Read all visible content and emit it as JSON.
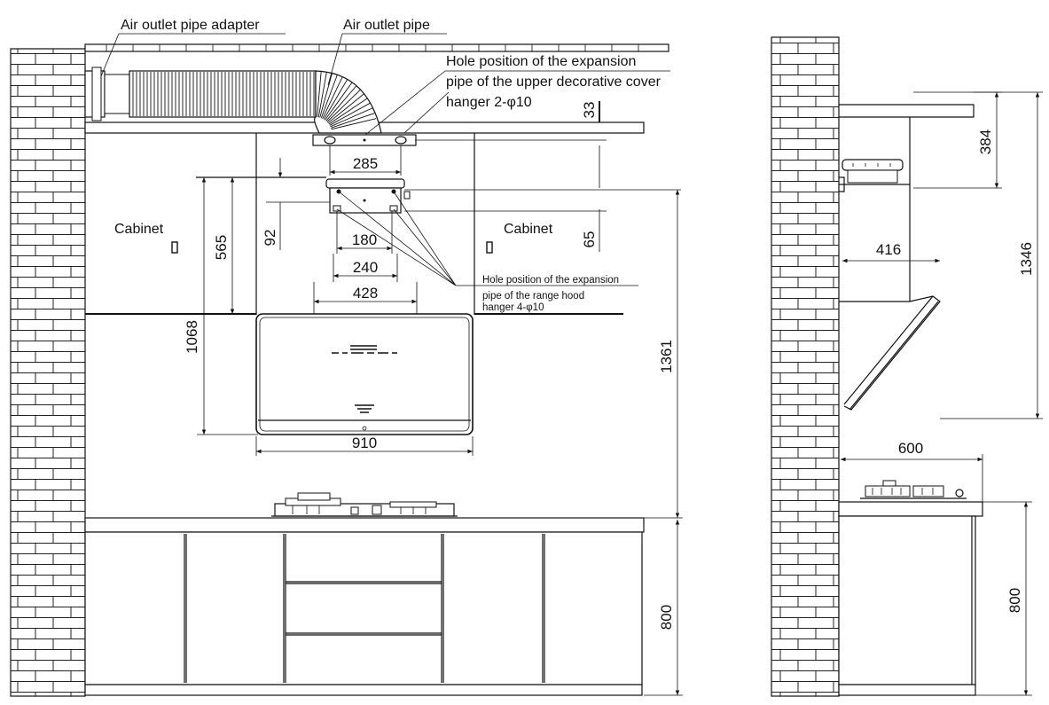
{
  "labels": {
    "air_outlet_pipe_adapter": "Air outlet pipe adapter",
    "air_outlet_pipe": "Air outlet pipe",
    "upper_hole_line1": "Hole position of the expansion",
    "upper_hole_line2": "pipe of the upper decorative cover",
    "upper_hole_line3": "hanger 2-φ10",
    "cabinet_left": "Cabinet",
    "cabinet_right": "Cabinet",
    "hood_hole_line1": "Hole position of the expansion",
    "hood_hole_line2": "pipe of the range hood",
    "hood_hole_line3": "hanger 4-φ10"
  },
  "dimensions": {
    "d33": "33",
    "d285": "285",
    "d92": "92",
    "d565": "565",
    "d180": "180",
    "d240": "240",
    "d428": "428",
    "d65": "65",
    "d1068": "1068",
    "d1361": "1361",
    "d910": "910",
    "d800_front": "800",
    "d384": "384",
    "d1346": "1346",
    "d416": "416",
    "d600": "600",
    "d800_side": "800"
  }
}
